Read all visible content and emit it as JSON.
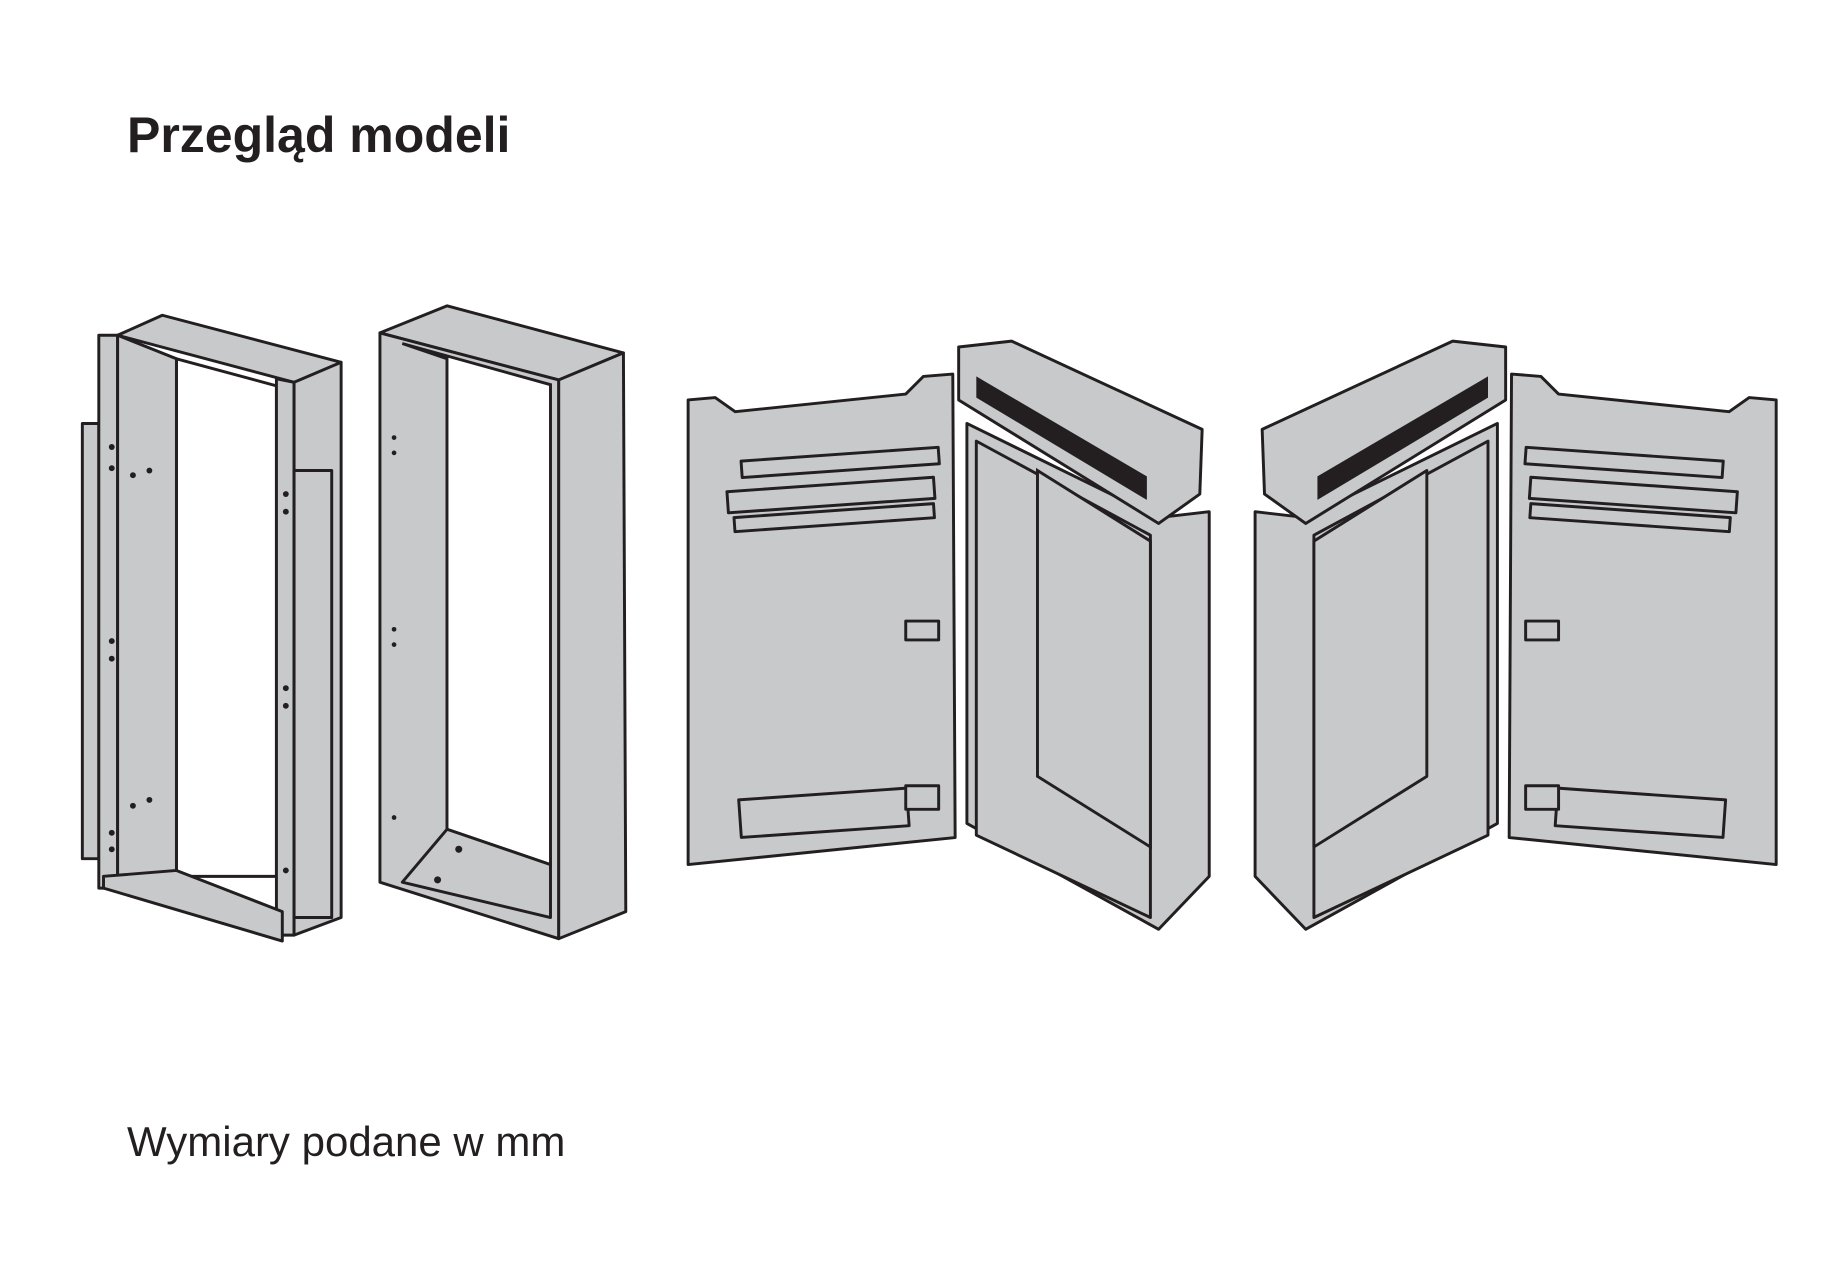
{
  "page": {
    "title": "Przegląd modeli",
    "note": "Wymiary podane w mm"
  },
  "figures": [
    {
      "name": "installation-frame"
    },
    {
      "name": "surface-mount-box"
    },
    {
      "name": "cabinet-right-hinged"
    },
    {
      "name": "cabinet-left-hinged"
    }
  ]
}
